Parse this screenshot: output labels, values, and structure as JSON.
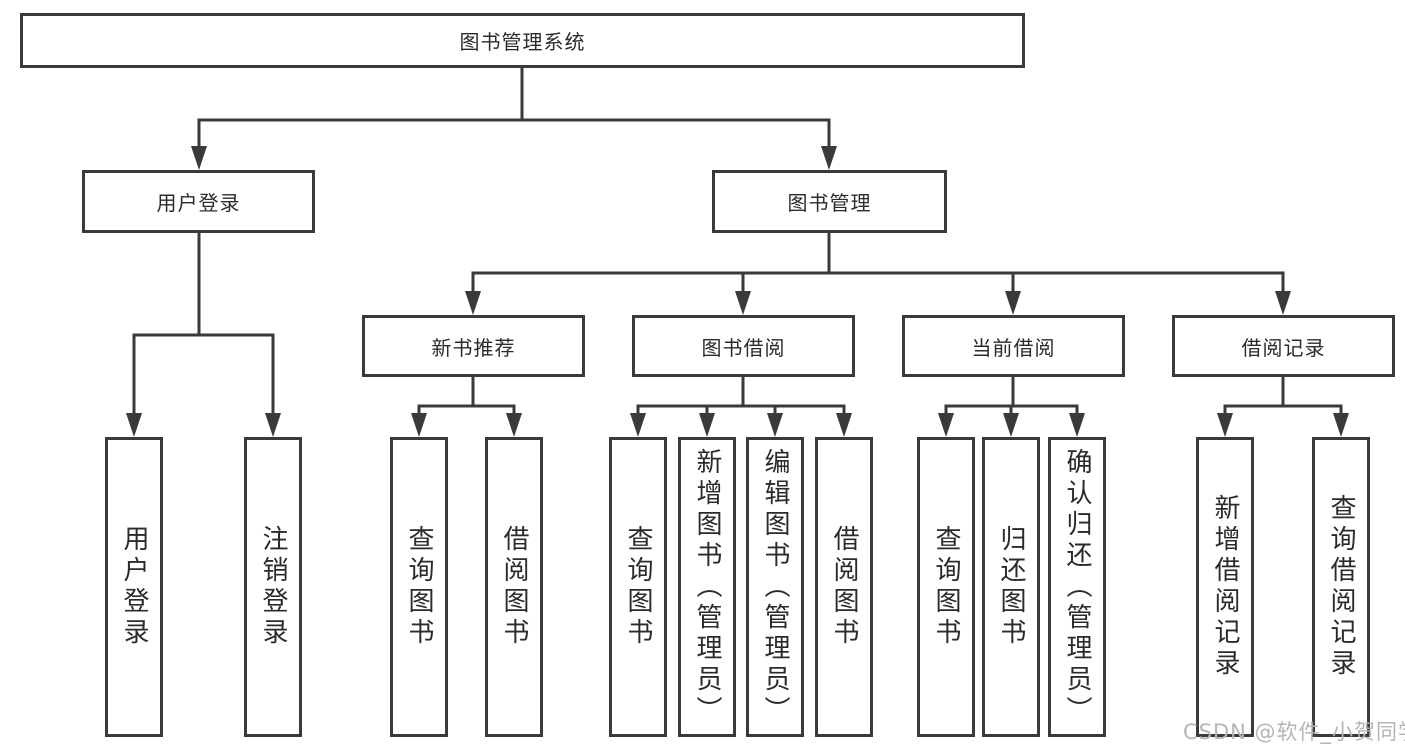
{
  "tree": {
    "root_label": "图书管理系统",
    "branches": [
      {
        "label": "用户登录",
        "leaves": [
          "用户登录",
          "注销登录"
        ]
      },
      {
        "label": "图书管理",
        "groups": [
          {
            "label": "新书推荐",
            "leaves": [
              "查询图书",
              "借阅图书"
            ]
          },
          {
            "label": "图书借阅",
            "leaves": [
              "查询图书",
              "新增图书（管理员）",
              "编辑图书（管理员）",
              "借阅图书"
            ]
          },
          {
            "label": "当前借阅",
            "leaves": [
              "查询图书",
              "归还图书",
              "确认归还（管理员）"
            ]
          },
          {
            "label": "借阅记录",
            "leaves": [
              "新增借阅记录",
              "查询借阅记录"
            ]
          }
        ]
      }
    ]
  },
  "watermark": "CSDN @软件_小贺同学",
  "colors": {
    "line": "#3a3a3a",
    "box_border": "#3a3a3a",
    "text": "#2b2b2b",
    "watermark": "#b5b5b5",
    "background": "#ffffff"
  }
}
